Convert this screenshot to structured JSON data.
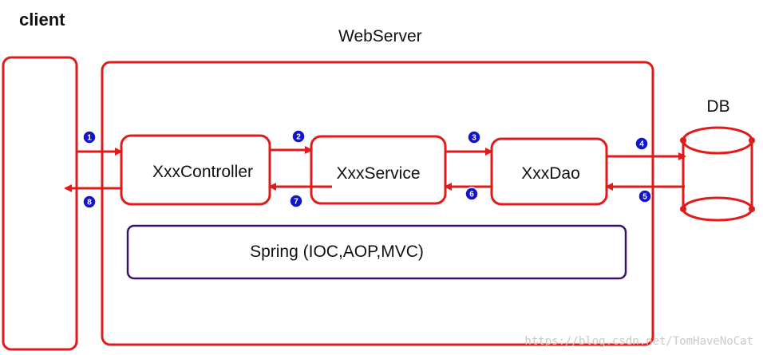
{
  "labels": {
    "client": "client",
    "webserver": "WebServer",
    "controller": "XxxController",
    "service": "XxxService",
    "dao": "XxxDao",
    "db": "DB",
    "spring": "Spring (IOC,AOP,MVC)"
  },
  "steps": [
    "1",
    "2",
    "3",
    "4",
    "5",
    "6",
    "7",
    "8"
  ],
  "watermark": "https://blog.csdn.net/TomHaveNoCat",
  "colors": {
    "red": "#e01b1b",
    "purple": "#3d1070",
    "badge": "#1515c8"
  }
}
